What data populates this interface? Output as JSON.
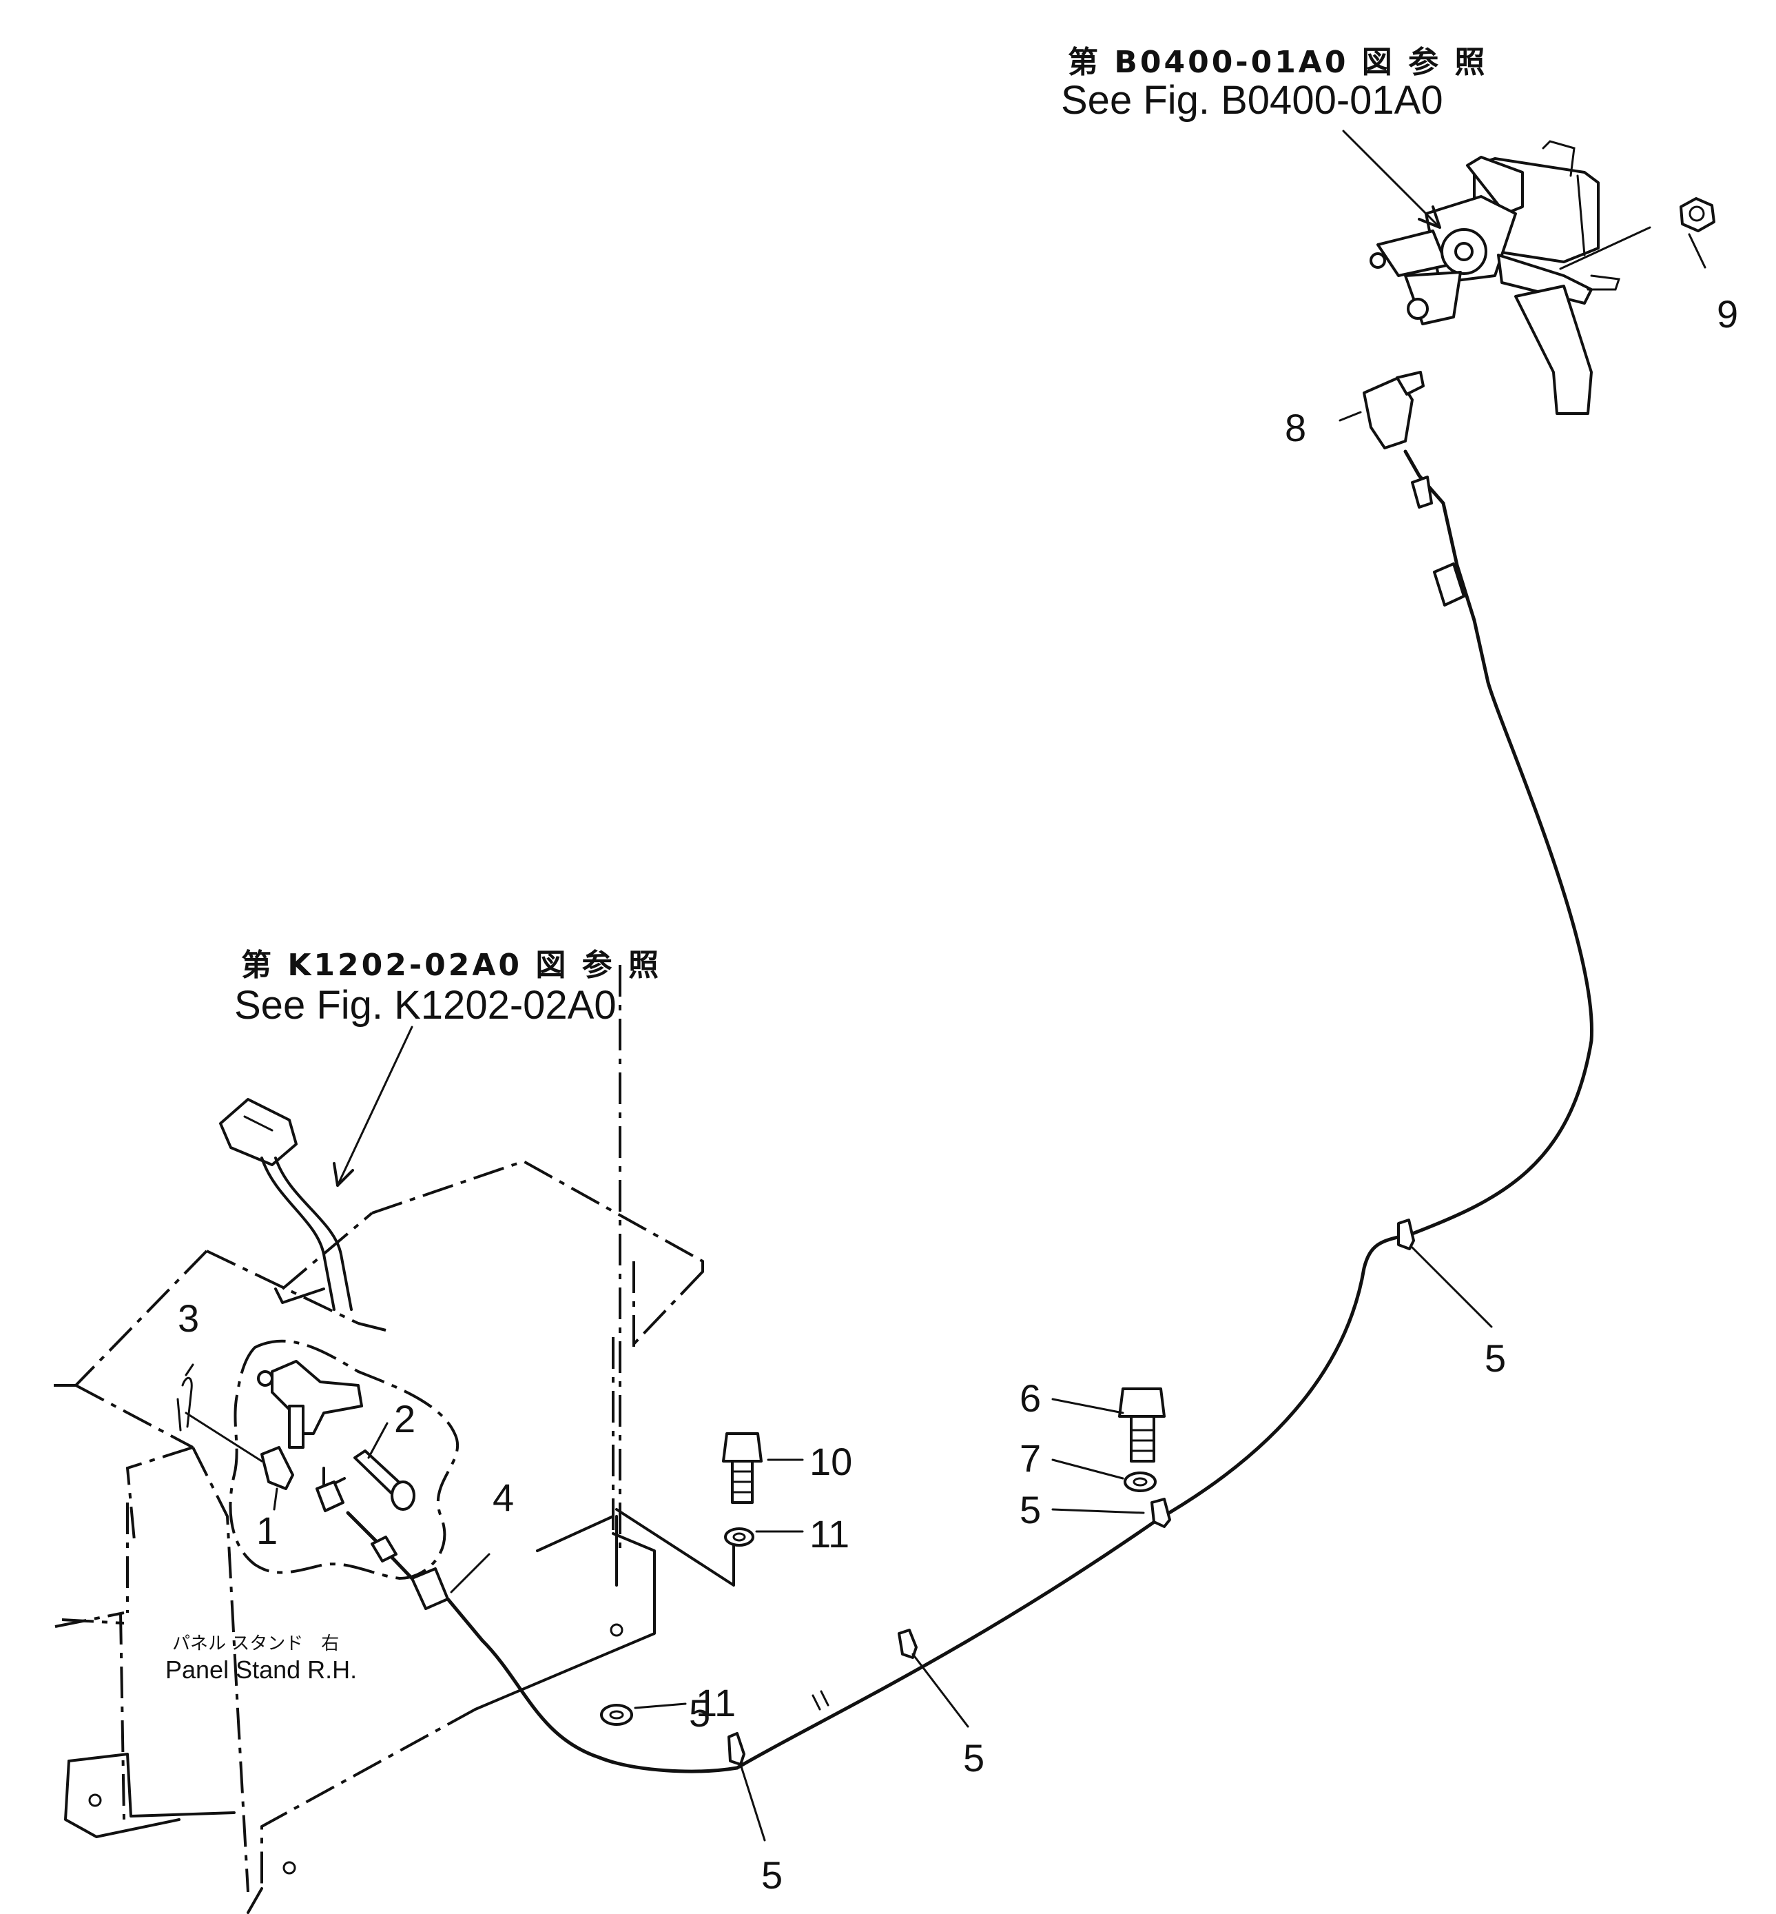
{
  "references": {
    "pedal_jp": "第 B0400-01A0 図 参 照",
    "pedal_en": "See Fig. B0400-01A0",
    "lever_jp": "第 K1202-02A0 図 参 照",
    "lever_en": "See Fig. K1202-02A0"
  },
  "panel_caption": {
    "jp": "パネル スタンド　右",
    "en": "Panel Stand R.H."
  },
  "part_labels": {
    "p1": "1",
    "p2": "2",
    "p3": "3",
    "p4": "4",
    "p5a": "5",
    "p5b": "5",
    "p5c": "5",
    "p5d": "5",
    "p5e": "5",
    "p6": "6",
    "p7": "7",
    "p8": "8",
    "p9": "9",
    "p10": "10",
    "p11a": "11",
    "p11b": "11"
  }
}
